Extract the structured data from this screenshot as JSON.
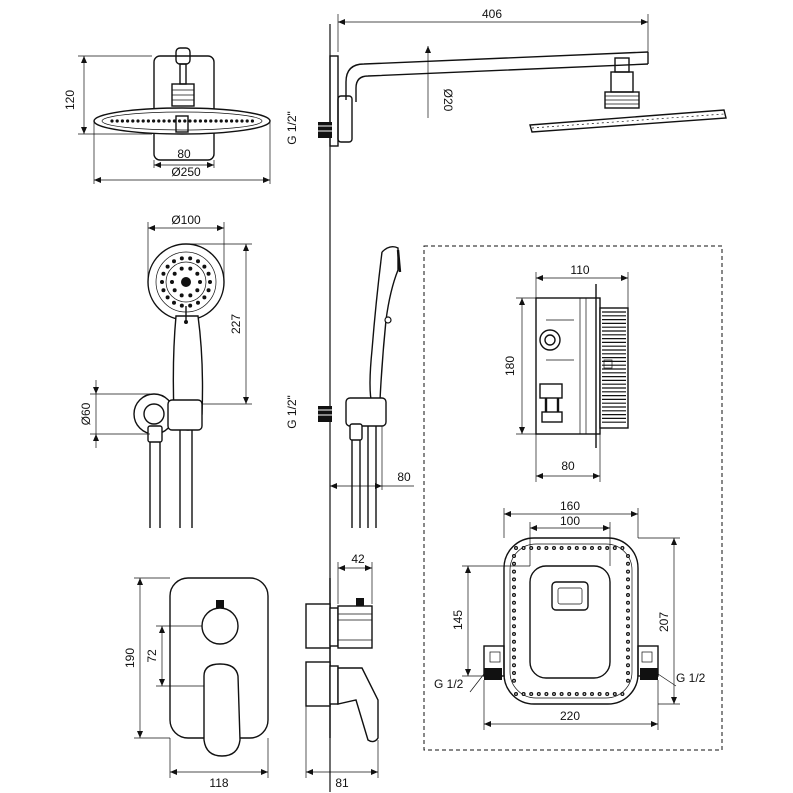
{
  "dimensions": {
    "arm_length": "406",
    "head_height": "120",
    "head_wall_width": "80",
    "head_diameter": "Ø250",
    "pipe_diameter": "Ø20",
    "thread_top": "G 1/2\"",
    "hand_diameter": "Ø100",
    "hand_length": "227",
    "holder_diameter": "Ø60",
    "thread_mid": "G 1/2\"",
    "hose_offset": "80",
    "box_width": "110",
    "box_height": "180",
    "box_depth": "80",
    "plate_outer": "160",
    "plate_inner": "100",
    "plate_height_inner": "145",
    "plate_height_outer": "207",
    "plate_width_bottom": "220",
    "thread_left": "G 1/2",
    "thread_right": "G 1/2",
    "mixer_depth": "42",
    "mixer_height": "190",
    "mixer_center": "72",
    "mixer_width": "118",
    "mixer_side_depth": "81"
  }
}
